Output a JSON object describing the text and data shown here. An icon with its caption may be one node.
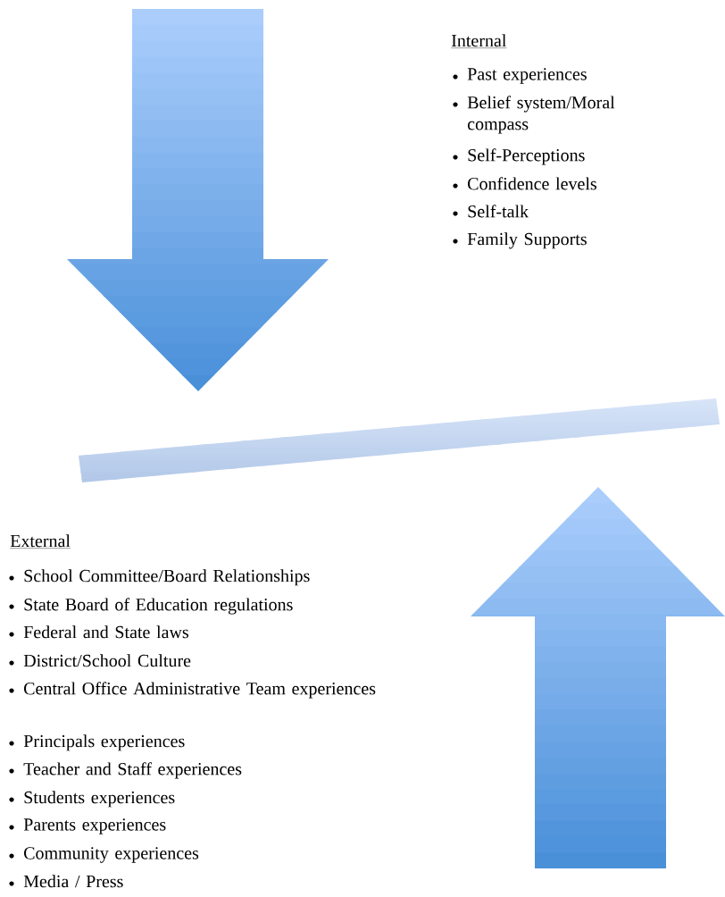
{
  "diagram": {
    "labels": [
      "Internal",
      "Past experiences",
      "Belief system/Moral compass",
      "Self-Perceptions",
      "Confidence levels",
      "Self-talk",
      "Family Supports",
      "External",
      "School Committee/Board Relationships",
      "State Board of Education regulations",
      "Federal and State laws",
      "District/School Culture",
      "Central Office Administrative Team experiences",
      "Principals experiences",
      "Teacher and Staff experiences",
      "Students experiences",
      "Parents experiences",
      "Community experiences",
      "Media / Press"
    ]
  }
}
